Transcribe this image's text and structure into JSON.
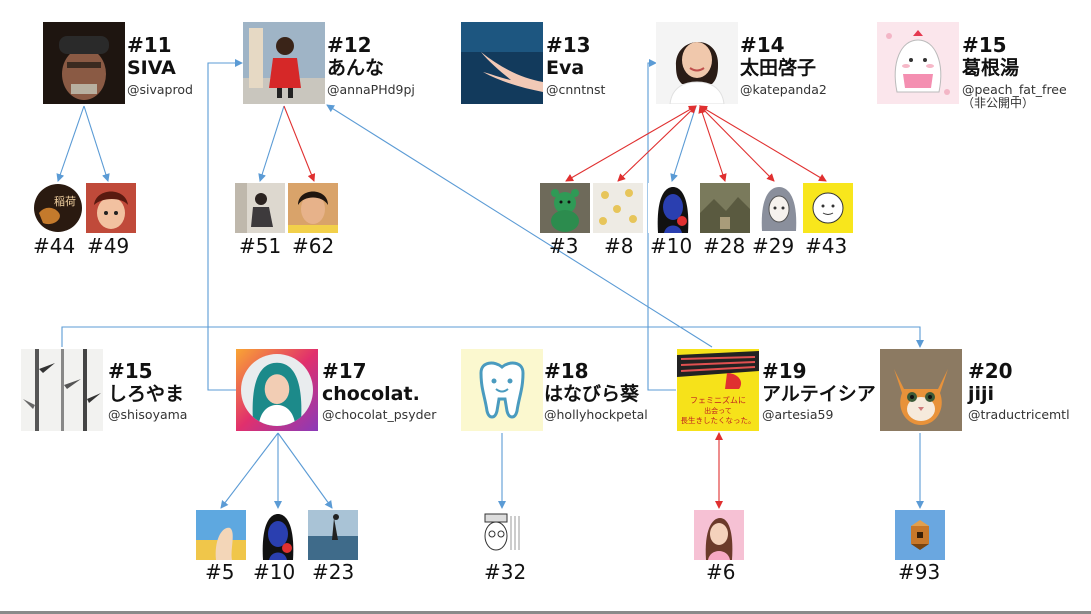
{
  "accounts": [
    {
      "num": "#11",
      "name": "SIVA",
      "handle": "@sivaprod",
      "icon": "man-with-cap-photo"
    },
    {
      "num": "#12",
      "name": "あんな",
      "handle": "@annaPHd9pj",
      "icon": "child-in-red-photo"
    },
    {
      "num": "#13",
      "name": "Eva",
      "handle": "@cnntnst",
      "icon": "hand-photo"
    },
    {
      "num": "#14",
      "name": "太田啓子",
      "handle": "@katepanda2",
      "icon": "woman-portrait-photo"
    },
    {
      "num": "#15",
      "name": "葛根湯",
      "handle": "@peach_fat_free",
      "note": "（非公開中）",
      "icon": "cute-character-drawing"
    },
    {
      "num": "#15",
      "name": "しろやま",
      "handle": "@shisoyama",
      "icon": "bamboo-ink-painting"
    },
    {
      "num": "#17",
      "name": "chocolat.",
      "handle": "@chocolat_psyder",
      "icon": "woman-teal-hair-photo"
    },
    {
      "num": "#18",
      "name": "はなびら葵",
      "handle": "@hollyhockpetal",
      "icon": "tooth-character-drawing"
    },
    {
      "num": "#19",
      "name": "アルテイシア",
      "handle": "@artesia59",
      "icon": "book-cover-yellow",
      "cover_text": [
        "フェミニズムに",
        "出会って",
        "長生きしたくなった。"
      ]
    },
    {
      "num": "#20",
      "name": "jiji",
      "handle": "@traductricemtl",
      "icon": "kitten-photo"
    }
  ],
  "followers": [
    {
      "label": "#44",
      "icon": "kanji-badge-thumb",
      "badge_text": "稲荷"
    },
    {
      "label": "#49",
      "icon": "anime-boy-thumb"
    },
    {
      "label": "#51",
      "icon": "woman-sitting-thumb"
    },
    {
      "label": "#62",
      "icon": "woman-portrait-thumb"
    },
    {
      "label": "#3",
      "icon": "green-teddy-thumb"
    },
    {
      "label": "#8",
      "icon": "flower-pattern-thumb"
    },
    {
      "label": "#10",
      "icon": "blue-face-woman-thumb"
    },
    {
      "label": "#28",
      "icon": "landscape-thumb"
    },
    {
      "label": "#29",
      "icon": "anime-girl-thumb"
    },
    {
      "label": "#43",
      "icon": "yellow-smiley-thumb"
    },
    {
      "label": "#5",
      "icon": "beach-art-thumb"
    },
    {
      "label": "#10",
      "icon": "blue-face-woman-thumb"
    },
    {
      "label": "#23",
      "icon": "seaside-photo-thumb"
    },
    {
      "label": "#32",
      "icon": "manga-man-thumb"
    },
    {
      "label": "#6",
      "icon": "pink-woman-thumb"
    },
    {
      "label": "#93",
      "icon": "pixel-block-thumb"
    }
  ],
  "colors": {
    "one_way": "#5b9bd5",
    "mutual": "#e03030"
  }
}
